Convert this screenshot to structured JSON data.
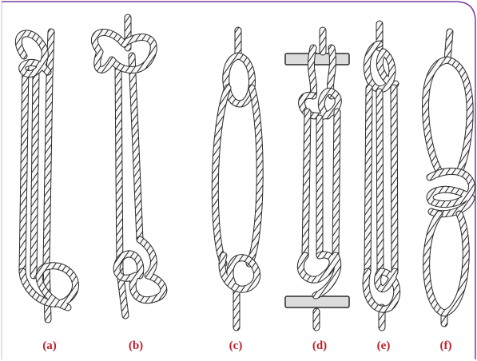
{
  "figure": {
    "labels": [
      "(a)",
      "(b)",
      "(c)",
      "(d)",
      "(e)",
      "(f)"
    ],
    "colors": {
      "label": "#c0202a",
      "border": "#7a3c9a",
      "rope": "#2a2a2a",
      "bar_fill": "#dcdcdc"
    }
  }
}
